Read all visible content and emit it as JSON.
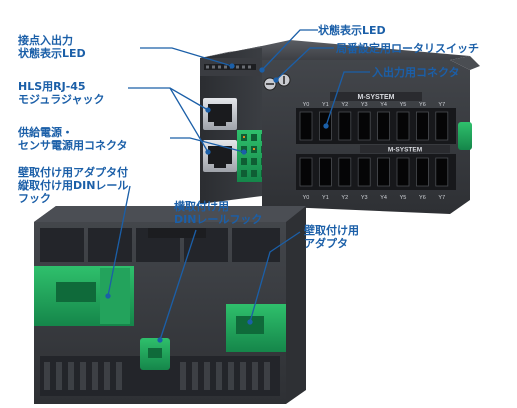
{
  "labels": {
    "contact_io_led": [
      "接点入出力",
      "状態表示LED"
    ],
    "hls_rj45": [
      "HLS用RJ-45",
      "モジュラジャック"
    ],
    "power_connector": [
      "供給電源・",
      "センサ電源用コネクタ"
    ],
    "wall_adapter_din_hook": [
      "壁取付け用アダプタ付",
      "縦取付け用DINレール",
      "フック"
    ],
    "horizontal_din_hook": [
      "横取付け用",
      "DINレールフック"
    ],
    "status_led": "状態表示LED",
    "rotary_switch": "局番設定用ロータリスイッチ",
    "io_connector": "入出力用コネクタ",
    "wall_adapter": [
      "壁取付け用",
      "アダプタ"
    ]
  },
  "device": {
    "brand": "M-SYSTEM",
    "channel_labels_top": [
      "Y0",
      "Y1",
      "Y2",
      "Y3",
      "Y4",
      "Y5",
      "Y6",
      "Y7"
    ],
    "channel_labels_bottom": [
      "Y0",
      "Y1",
      "Y2",
      "Y3",
      "Y4",
      "Y5",
      "Y6",
      "Y7"
    ]
  },
  "colors": {
    "label": "#1b5fa8",
    "leader": "#1b5fa8",
    "housing": "#3b3d42",
    "housing_dark": "#26282c",
    "housing_light": "#55585e",
    "accent_green": "#1fa35a",
    "terminal_green": "#3cba6a",
    "rj45_metal": "#c9cbd0"
  }
}
